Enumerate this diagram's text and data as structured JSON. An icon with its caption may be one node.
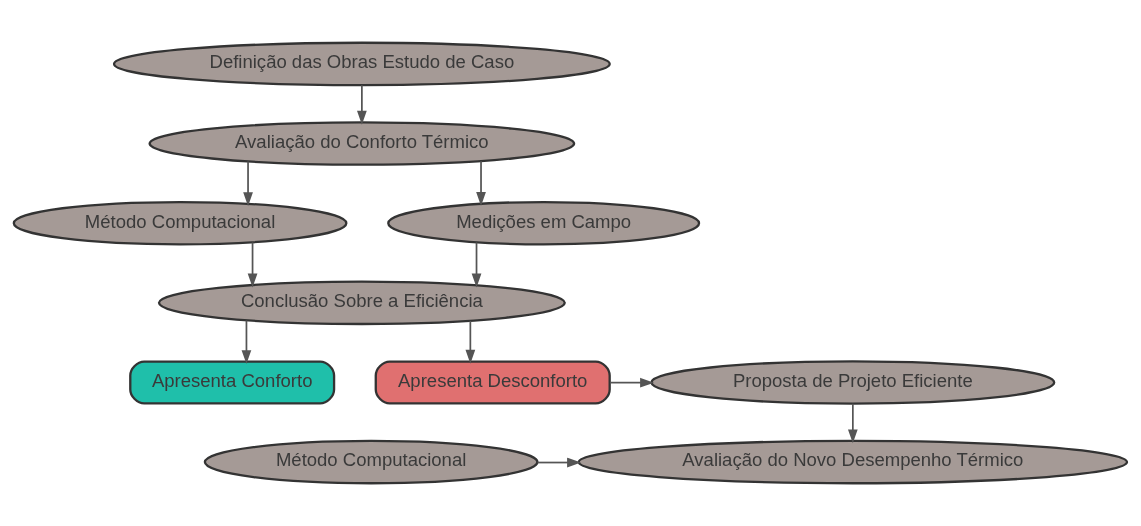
{
  "diagram": {
    "nodes": [
      {
        "text": [
          "Definição das Obras Estudo de Caso"
        ]
      },
      {
        "text": [
          "Avaliação do Conforto Térmico"
        ]
      },
      {
        "text": [
          "Método Computacional"
        ]
      },
      {
        "text": [
          "Medições em Campo"
        ]
      },
      {
        "text": [
          "Conclusão Sobre a Eficiência"
        ]
      },
      {
        "text": [
          "Apresenta Conforto"
        ]
      },
      {
        "text": [
          "Apresenta Desconforto"
        ]
      },
      {
        "text": [
          "Proposta de Projeto Eficiente"
        ]
      },
      {
        "text": [
          "Avaliação do Novo Desempenho Térmico"
        ]
      },
      {
        "text": [
          "Método Computacional"
        ]
      }
    ],
    "edges": [
      {
        "from": 0,
        "to": 1,
        "arrow": "to"
      },
      {
        "from": 1,
        "to": 2,
        "arrow": "to"
      },
      {
        "from": 1,
        "to": 3,
        "arrow": "to"
      },
      {
        "from": 2,
        "to": 4,
        "arrow": "to"
      },
      {
        "from": 3,
        "to": 4,
        "arrow": "to"
      },
      {
        "from": 4,
        "to": 5,
        "arrow": "to"
      },
      {
        "from": 4,
        "to": 6,
        "arrow": "to"
      },
      {
        "from": 6,
        "to": 7,
        "arrow": "to"
      },
      {
        "from": 7,
        "to": 8,
        "arrow": "to"
      },
      {
        "from": 9,
        "to": 8,
        "arrow": "to"
      }
    ]
  }
}
